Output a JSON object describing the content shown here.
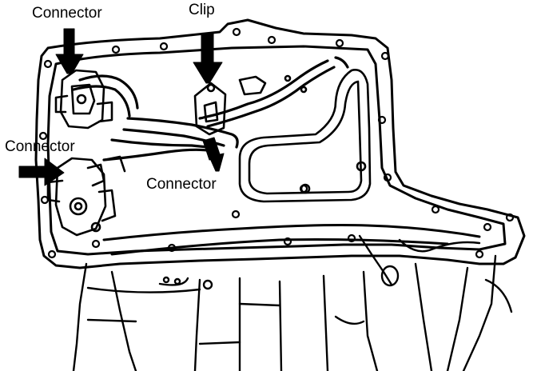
{
  "labels": {
    "connector_top_left": "Connector",
    "clip": "Clip",
    "connector_mid_left": "Connector",
    "connector_center": "Connector"
  },
  "colors": {
    "ink": "#000000",
    "paper": "#ffffff"
  }
}
